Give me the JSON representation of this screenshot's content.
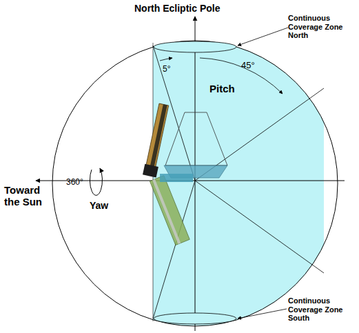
{
  "diagram": {
    "labels": [
      "North Ecliptic Pole",
      "Continuous Coverage Zone North",
      "5°",
      "45°",
      "Pitch",
      "Toward the Sun",
      "360°",
      "Yaw",
      "Continuous Coverage Zone South"
    ]
  }
}
